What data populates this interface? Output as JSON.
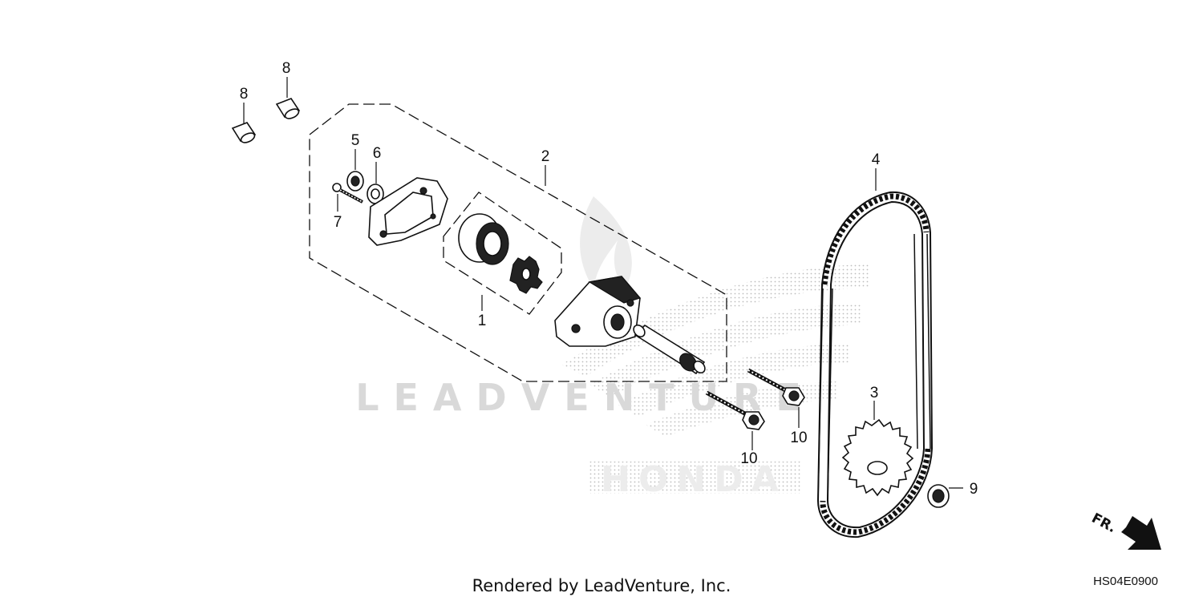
{
  "diagram": {
    "callouts": [
      {
        "id": "c1",
        "label": "1"
      },
      {
        "id": "c2",
        "label": "2"
      },
      {
        "id": "c3",
        "label": "3"
      },
      {
        "id": "c4",
        "label": "4"
      },
      {
        "id": "c5",
        "label": "5"
      },
      {
        "id": "c6",
        "label": "6"
      },
      {
        "id": "c7",
        "label": "7"
      },
      {
        "id": "c8a",
        "label": "8"
      },
      {
        "id": "c8b",
        "label": "8"
      },
      {
        "id": "c9",
        "label": "9"
      },
      {
        "id": "c10a",
        "label": "10"
      },
      {
        "id": "c10b",
        "label": "10"
      }
    ],
    "direction_label": "FR.",
    "watermark_text": "LEADVENTURE",
    "brand_watermark": "HONDA"
  },
  "footer": {
    "credit": "Rendered by LeadVenture, Inc.",
    "diagram_code": "HS04E0900"
  },
  "colors": {
    "line": "#111111",
    "watermark": "#d9d9d9",
    "background": "#ffffff"
  }
}
